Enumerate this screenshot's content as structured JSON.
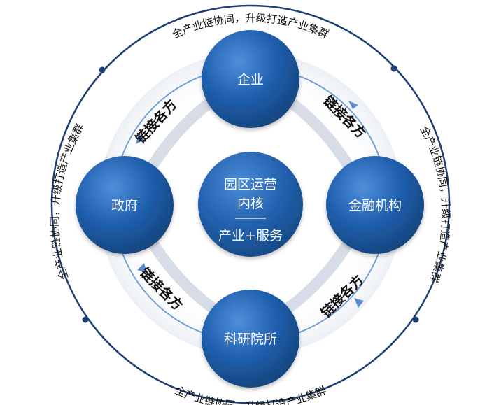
{
  "center": {
    "line1": "园区运营",
    "line2": "内核",
    "line3": "产业+服务"
  },
  "nodes": {
    "top": "企业",
    "left": "政府",
    "right": "金融机构",
    "bottom": "科研院所"
  },
  "links": {
    "top_left": "链接各方",
    "top_right": "链接各方",
    "bottom_left": "链接各方",
    "bottom_right": "链接各方"
  },
  "ring": {
    "top": "全产业链协同，升级打造产业集群",
    "left": "全产业链协同，升级打造产业集群",
    "right": "全产业链协同，升级打造产业集群",
    "bottom": "全产业链协同，升级打造产业集群"
  },
  "colors": {
    "node_blue": "#1f5fae",
    "node_highlight": "#5b9be0",
    "ring_stroke": "#1d3f73",
    "arrow_blue": "#5a8ed0"
  }
}
